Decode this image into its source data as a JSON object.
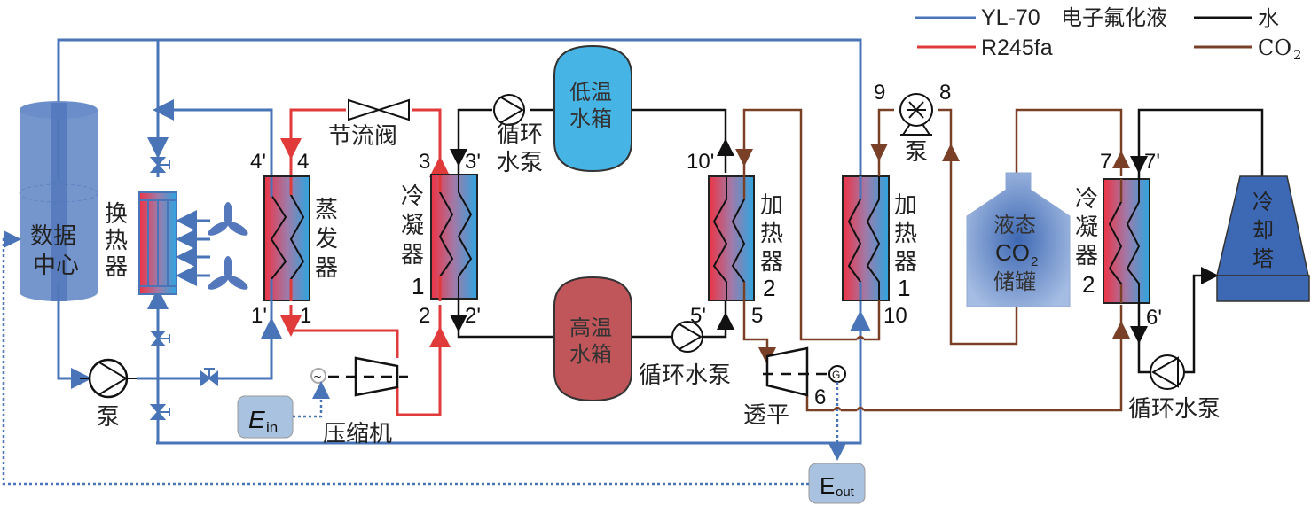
{
  "legend": {
    "items": [
      {
        "label_prefix": "YL-70",
        "label_suffix": "电子氟化液",
        "color": "#4a74b8"
      },
      {
        "label_prefix": "R245fa",
        "label_suffix": "",
        "color": "#e03a3a"
      },
      {
        "label_prefix": "",
        "label_suffix": "水",
        "color": "#111111"
      },
      {
        "label_prefix": "CO",
        "label_suffix": "2",
        "color": "#7a4027"
      }
    ]
  },
  "components": {
    "data_center": [
      "数据",
      "中心"
    ],
    "heat_exchanger": [
      "换",
      "热",
      "器"
    ],
    "pump_left": "泵",
    "throttle_valve": "节流阀",
    "evaporator": [
      "蒸",
      "发",
      "器"
    ],
    "condenser1": [
      "冷",
      "凝",
      "器",
      "1"
    ],
    "circ_pump_top": [
      "循环",
      "水泵"
    ],
    "low_temp_tank": [
      "低温",
      "水箱"
    ],
    "high_temp_tank": [
      "高温",
      "水箱"
    ],
    "circ_pump_mid": "循环水泵",
    "compressor": "压缩机",
    "heater2": [
      "加",
      "热",
      "器",
      "2"
    ],
    "heater1": [
      "加",
      "热",
      "器",
      "1"
    ],
    "turbine": "透平",
    "co2_pump": "泵",
    "co2_tank": [
      "液态",
      "CO",
      "2",
      "储罐"
    ],
    "condenser2": [
      "冷",
      "凝",
      "器",
      "2"
    ],
    "cooling_tower": [
      "冷",
      "却",
      "塔"
    ],
    "circ_pump_right": "循环水泵",
    "e_in": {
      "main": "E",
      "sub": "in"
    },
    "e_out": {
      "main": "E",
      "sub": "out"
    },
    "generator": "G",
    "motor": "~"
  },
  "state_points": {
    "p1": "1",
    "p1p": "1'",
    "p2": "2",
    "p2p": "2'",
    "p3": "3",
    "p3p": "3'",
    "p4": "4",
    "p4p": "4'",
    "p5": "5",
    "p5p": "5'",
    "p6": "6",
    "p6p": "6'",
    "p7": "7",
    "p7p": "7'",
    "p8": "8",
    "p9": "9",
    "p10": "10",
    "p10p": "10'"
  },
  "colors": {
    "fluid": "#4a74b8",
    "r245fa": "#e03a3a",
    "water": "#111111",
    "co2": "#7a4027",
    "hx_hot": "#ee3344",
    "hx_cold": "#2ea4e0",
    "low_tank": "#46b4e4",
    "high_tank": "#c0555a",
    "energy_box": "#a9c2e0",
    "cooling_tower": "#3d68b3"
  }
}
